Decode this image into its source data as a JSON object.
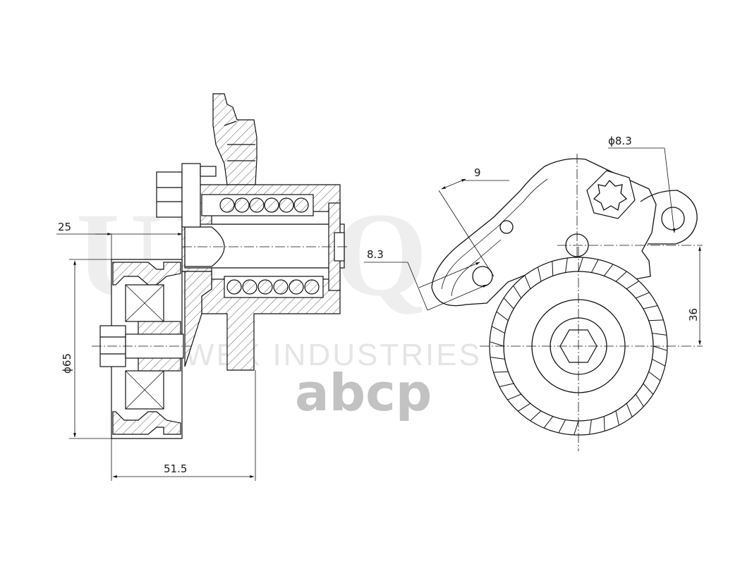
{
  "watermark": {
    "brand": "UNIQ",
    "tagline": "WEX INDUSTRIES",
    "logo": "abcp"
  },
  "dimensions": {
    "d25": "25",
    "d51_5": "51.5",
    "d65": "ϕ65",
    "d9": "9",
    "d8_3_left": "8.3",
    "d8_3_hole": "ϕ8.3",
    "d36": "36"
  }
}
